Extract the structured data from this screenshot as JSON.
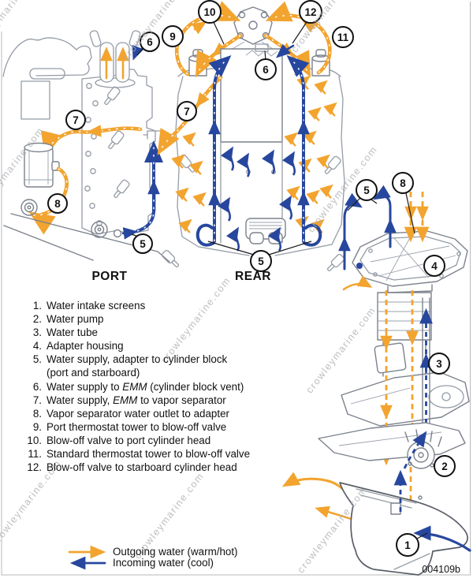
{
  "diagram": {
    "description": "Outboard engine cooling water flow diagram",
    "view_labels": {
      "port": "PORT",
      "rear": "REAR"
    },
    "part_number": "004109b",
    "watermark": "crowleymarine.com"
  },
  "colors": {
    "outgoing_water": "#F2A42F",
    "incoming_water": "#27479E",
    "outline_gray": "#959CA6"
  },
  "callout_numbers": {
    "n1": "1",
    "n2": "2",
    "n3": "3",
    "n4": "4",
    "n5": "5",
    "n6": "6",
    "n7": "7",
    "n8": "8",
    "n9": "9",
    "n10": "10",
    "n11": "11",
    "n12": "12"
  },
  "parts_list": {
    "items": [
      {
        "num": "1.",
        "text": "Water intake screens"
      },
      {
        "num": "2.",
        "text": "Water pump"
      },
      {
        "num": "3.",
        "text": "Water tube"
      },
      {
        "num": "4.",
        "text": "Adapter housing"
      },
      {
        "num": "5.",
        "text": "Water supply, adapter to cylinder block",
        "text2": "(port and starboard)"
      },
      {
        "num": "6.",
        "pre": "Water supply to ",
        "em": "EMM",
        "post": " (cylinder block vent)"
      },
      {
        "num": "7.",
        "pre": "Water supply, ",
        "em": "EMM",
        "post": " to vapor separator"
      },
      {
        "num": "8.",
        "text": "Vapor separator water outlet to adapter"
      },
      {
        "num": "9.",
        "text": "Port thermostat tower to blow-off valve"
      },
      {
        "num": "10.",
        "text": "Blow-off valve to port cylinder head"
      },
      {
        "num": "11.",
        "text": "Standard thermostat tower to blow-off valve"
      },
      {
        "num": "12.",
        "text": "Blow-off valve to starboard cylinder head"
      }
    ]
  },
  "flow_legend": {
    "outgoing_label": "Outgoing water (warm/hot)",
    "incoming_label": "Incoming water (cool)"
  }
}
